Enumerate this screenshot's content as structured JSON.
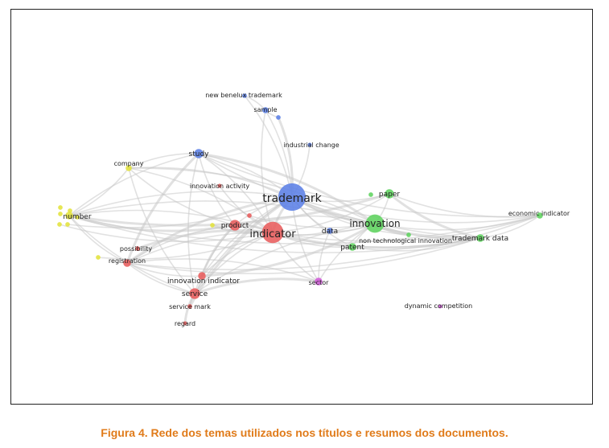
{
  "caption": "Figura 4. Rede dos temas utilizados nos títulos e resumos dos documentos.",
  "colors": {
    "red": "#e85c5c",
    "blue": "#5b7fe6",
    "green": "#5ed35e",
    "yellow": "#e2e23c",
    "magenta": "#d05ad8",
    "edge": "#c8c8c8"
  },
  "nodes": [
    {
      "id": "trademark",
      "label": "trademark",
      "cluster": "blue",
      "weight": 18
    },
    {
      "id": "indicator",
      "label": "indicator",
      "cluster": "red",
      "weight": 14
    },
    {
      "id": "innovation",
      "label": "innovation",
      "cluster": "green",
      "weight": 12
    },
    {
      "id": "study",
      "label": "study",
      "cluster": "blue",
      "weight": 6
    },
    {
      "id": "sample",
      "label": "sample",
      "cluster": "blue",
      "weight": 4
    },
    {
      "id": "new_benelux",
      "label": "new benelux trademark",
      "cluster": "blue",
      "weight": 3
    },
    {
      "id": "blue_faint",
      "label": "",
      "cluster": "blue",
      "weight": 3
    },
    {
      "id": "industrial_change",
      "label": "industrial change",
      "cluster": "blue",
      "weight": 2
    },
    {
      "id": "data",
      "label": "data",
      "cluster": "blue",
      "weight": 4
    },
    {
      "id": "paper",
      "label": "paper",
      "cluster": "green",
      "weight": 6
    },
    {
      "id": "green_small",
      "label": "",
      "cluster": "green",
      "weight": 3
    },
    {
      "id": "patent",
      "label": "patent",
      "cluster": "green",
      "weight": 5
    },
    {
      "id": "non_tech",
      "label": "non technological innovation",
      "cluster": "green",
      "weight": 3
    },
    {
      "id": "trademark_data",
      "label": "trademark data",
      "cluster": "green",
      "weight": 5
    },
    {
      "id": "economic_indicator",
      "label": "economic indicator",
      "cluster": "green",
      "weight": 4
    },
    {
      "id": "company",
      "label": "company",
      "cluster": "yellow",
      "weight": 4
    },
    {
      "id": "number",
      "label": "number",
      "cluster": "yellow",
      "weight": 5
    },
    {
      "id": "yellow_faint_a",
      "label": "",
      "cluster": "yellow",
      "weight": 3
    },
    {
      "id": "yellow_b",
      "label": "",
      "cluster": "yellow",
      "weight": 3
    },
    {
      "id": "yellow_c",
      "label": "",
      "cluster": "yellow",
      "weight": 3
    },
    {
      "id": "yellow_d",
      "label": "",
      "cluster": "yellow",
      "weight": 3
    },
    {
      "id": "yellow_e",
      "label": "",
      "cluster": "yellow",
      "weight": 3
    },
    {
      "id": "yellow_f",
      "label": "",
      "cluster": "yellow",
      "weight": 3
    },
    {
      "id": "yellow_faint_com",
      "label": "",
      "cluster": "yellow",
      "weight": 3
    },
    {
      "id": "yellow_product",
      "label": "",
      "cluster": "yellow",
      "weight": 3
    },
    {
      "id": "product",
      "label": "product",
      "cluster": "red",
      "weight": 7
    },
    {
      "id": "red_small",
      "label": "",
      "cluster": "red",
      "weight": 3
    },
    {
      "id": "innovation_activity",
      "label": "innovation activity",
      "cluster": "red",
      "weight": 2
    },
    {
      "id": "possibility",
      "label": "possibility",
      "cluster": "red",
      "weight": 3
    },
    {
      "id": "registration",
      "label": "registration",
      "cluster": "red",
      "weight": 5
    },
    {
      "id": "innovation_indicator",
      "label": "innovation indicator",
      "cluster": "red",
      "weight": 5
    },
    {
      "id": "service",
      "label": "service",
      "cluster": "red",
      "weight": 7
    },
    {
      "id": "service_mark",
      "label": "service mark",
      "cluster": "red",
      "weight": 3
    },
    {
      "id": "regard",
      "label": "regard",
      "cluster": "red",
      "weight": 2
    },
    {
      "id": "sector",
      "label": "sector",
      "cluster": "magenta",
      "weight": 5
    },
    {
      "id": "dynamic_competition",
      "label": "dynamic competition",
      "cluster": "magenta",
      "weight": 2
    }
  ],
  "edges": [
    [
      "trademark",
      "indicator"
    ],
    [
      "trademark",
      "innovation"
    ],
    [
      "trademark",
      "study"
    ],
    [
      "trademark",
      "sample"
    ],
    [
      "trademark",
      "new_benelux"
    ],
    [
      "trademark",
      "blue_faint"
    ],
    [
      "trademark",
      "industrial_change"
    ],
    [
      "trademark",
      "data"
    ],
    [
      "trademark",
      "paper"
    ],
    [
      "trademark",
      "patent"
    ],
    [
      "trademark",
      "trademark_data"
    ],
    [
      "trademark",
      "economic_indicator"
    ],
    [
      "trademark",
      "company"
    ],
    [
      "trademark",
      "number"
    ],
    [
      "trademark",
      "product"
    ],
    [
      "trademark",
      "registration"
    ],
    [
      "trademark",
      "innovation_indicator"
    ],
    [
      "trademark",
      "service"
    ],
    [
      "trademark",
      "sector"
    ],
    [
      "trademark",
      "non_tech"
    ],
    [
      "trademark",
      "service_mark"
    ],
    [
      "indicator",
      "innovation"
    ],
    [
      "indicator",
      "study"
    ],
    [
      "indicator",
      "number"
    ],
    [
      "indicator",
      "company"
    ],
    [
      "indicator",
      "product"
    ],
    [
      "indicator",
      "registration"
    ],
    [
      "indicator",
      "innovation_indicator"
    ],
    [
      "indicator",
      "service"
    ],
    [
      "indicator",
      "patent"
    ],
    [
      "indicator",
      "trademark_data"
    ],
    [
      "indicator",
      "economic_indicator"
    ],
    [
      "indicator",
      "sector"
    ],
    [
      "indicator",
      "data"
    ],
    [
      "indicator",
      "paper"
    ],
    [
      "indicator",
      "possibility"
    ],
    [
      "innovation",
      "paper"
    ],
    [
      "innovation",
      "patent"
    ],
    [
      "innovation",
      "trademark_data"
    ],
    [
      "innovation",
      "economic_indicator"
    ],
    [
      "innovation",
      "study"
    ],
    [
      "innovation",
      "number"
    ],
    [
      "innovation",
      "company"
    ],
    [
      "innovation",
      "product"
    ],
    [
      "innovation",
      "sector"
    ],
    [
      "innovation",
      "non_tech"
    ],
    [
      "innovation",
      "service"
    ],
    [
      "study",
      "number"
    ],
    [
      "study",
      "company"
    ],
    [
      "study",
      "product"
    ],
    [
      "study",
      "registration"
    ],
    [
      "study",
      "service"
    ],
    [
      "study",
      "economic_indicator"
    ],
    [
      "study",
      "trademark_data"
    ],
    [
      "number",
      "company"
    ],
    [
      "number",
      "product"
    ],
    [
      "number",
      "registration"
    ],
    [
      "number",
      "service"
    ],
    [
      "number",
      "trademark_data"
    ],
    [
      "number",
      "economic_indicator"
    ],
    [
      "number",
      "paper"
    ],
    [
      "company",
      "product"
    ],
    [
      "company",
      "service"
    ],
    [
      "product",
      "service"
    ],
    [
      "product",
      "registration"
    ],
    [
      "product",
      "innovation_indicator"
    ],
    [
      "registration",
      "service"
    ],
    [
      "registration",
      "innovation_indicator"
    ],
    [
      "service",
      "service_mark"
    ],
    [
      "service",
      "innovation_indicator"
    ],
    [
      "service",
      "regard"
    ],
    [
      "sample",
      "blue_faint"
    ],
    [
      "sample",
      "new_benelux"
    ],
    [
      "sample",
      "indicator"
    ],
    [
      "patent",
      "trademark_data"
    ],
    [
      "paper",
      "trademark_data"
    ],
    [
      "paper",
      "economic_indicator"
    ],
    [
      "trademark_data",
      "economic_indicator"
    ],
    [
      "data",
      "innovation"
    ],
    [
      "data",
      "sector"
    ],
    [
      "sector",
      "service"
    ],
    [
      "sector",
      "registration"
    ],
    [
      "product",
      "trademark_data"
    ],
    [
      "registration",
      "trademark_data"
    ],
    [
      "registration",
      "economic_indicator"
    ],
    [
      "innovation_indicator",
      "innovation"
    ],
    [
      "innovation_activity",
      "indicator"
    ],
    [
      "yellow_c",
      "trademark"
    ],
    [
      "yellow_d",
      "indicator"
    ],
    [
      "yellow_faint_com",
      "indicator"
    ],
    [
      "yellow_product",
      "indicator"
    ],
    [
      "red_small",
      "innovation"
    ]
  ]
}
